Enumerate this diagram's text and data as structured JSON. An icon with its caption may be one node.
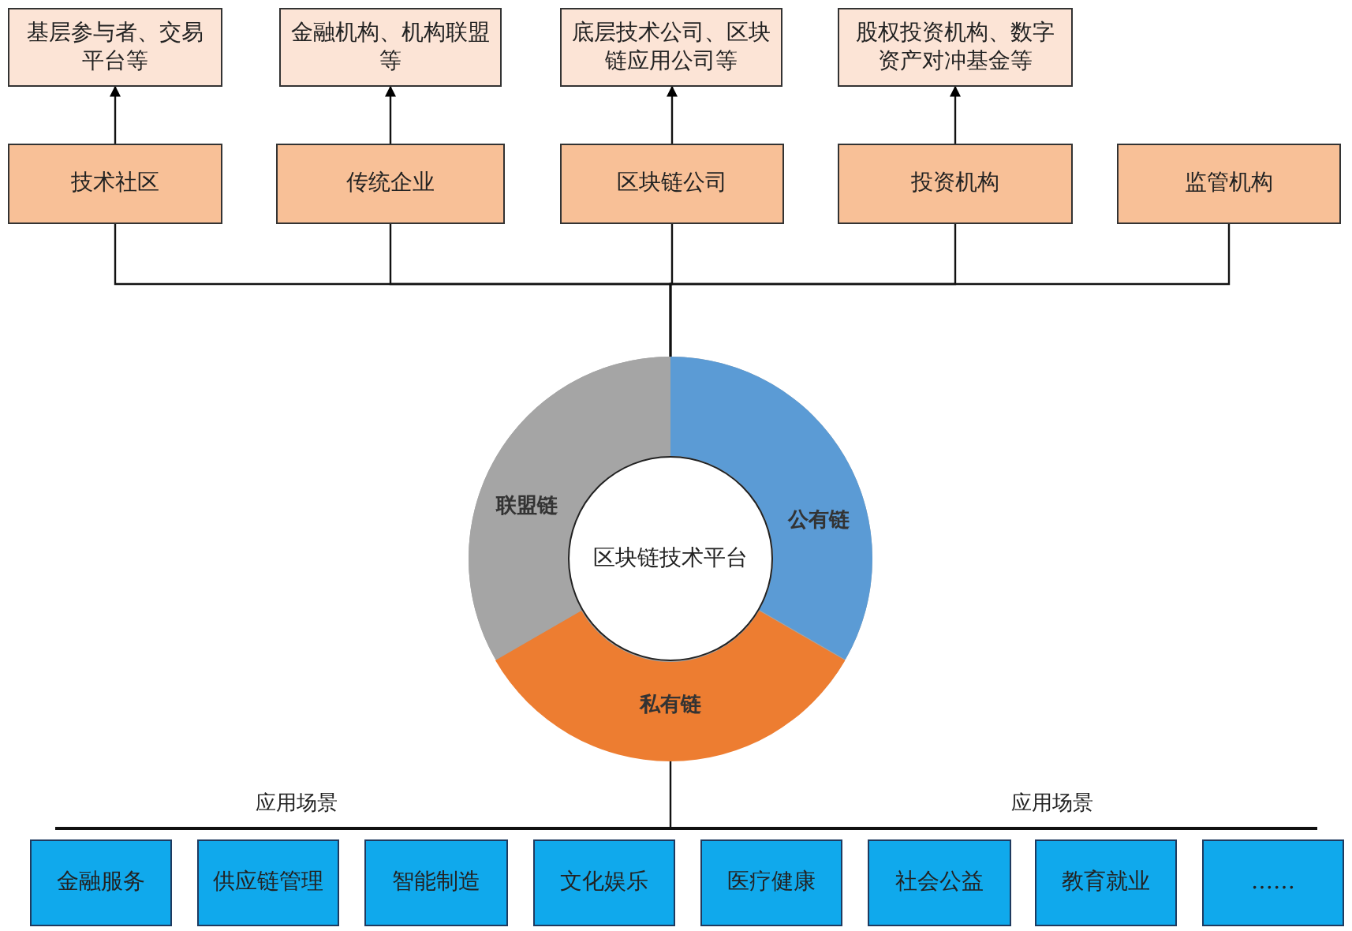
{
  "diagram": {
    "nodes": [
      {
        "text": [
          "基层参与者、交易平台等"
        ]
      },
      {
        "text": [
          "金融机构、机构联盟等"
        ]
      },
      {
        "text": [
          "底层技术公司、区块链应用公司等"
        ]
      },
      {
        "text": [
          "股权投资机构、数字资产对冲基金等"
        ]
      },
      {
        "text": [
          "技术社区"
        ]
      },
      {
        "text": [
          "传统企业"
        ]
      },
      {
        "text": [
          "区块链公司"
        ]
      },
      {
        "text": [
          "投资机构"
        ]
      },
      {
        "text": [
          "监管机构"
        ]
      },
      {
        "text": [],
        "shape": "circle"
      },
      {
        "text": [
          "公有链"
        ],
        "in": 9
      },
      {
        "text": [
          "私有链"
        ],
        "in": 9
      },
      {
        "text": [
          "联盟链"
        ],
        "in": 9
      },
      {
        "text": [
          "区块链技术平台"
        ],
        "in": 9
      },
      {
        "text": [
          "金融服务"
        ]
      },
      {
        "text": [
          "供应链管理"
        ]
      },
      {
        "text": [
          "智能制造"
        ]
      },
      {
        "text": [
          "文化娱乐"
        ]
      },
      {
        "text": [
          "医疗健康"
        ]
      },
      {
        "text": [
          "社会公益"
        ]
      },
      {
        "text": [
          "教育就业"
        ]
      },
      {
        "text": [
          "……"
        ]
      },
      {
        "text": [],
        "shape": "bar"
      }
    ],
    "edges": [
      {
        "from": 4,
        "to": 0,
        "arrow": "to"
      },
      {
        "from": 5,
        "to": 1,
        "arrow": "to"
      },
      {
        "from": 6,
        "to": 2,
        "arrow": "to"
      },
      {
        "from": 7,
        "to": 3,
        "arrow": "to"
      },
      {
        "from": 4,
        "to": 9,
        "arrow": "none"
      },
      {
        "from": 5,
        "to": 9,
        "arrow": "none"
      },
      {
        "from": 6,
        "to": 9,
        "arrow": "none"
      },
      {
        "from": 7,
        "to": 9,
        "arrow": "none"
      },
      {
        "from": 8,
        "to": 9,
        "arrow": "none"
      },
      {
        "from": 9,
        "to": 22,
        "arrow": "none"
      }
    ],
    "labels": [
      "应用场景",
      "应用场景"
    ]
  }
}
